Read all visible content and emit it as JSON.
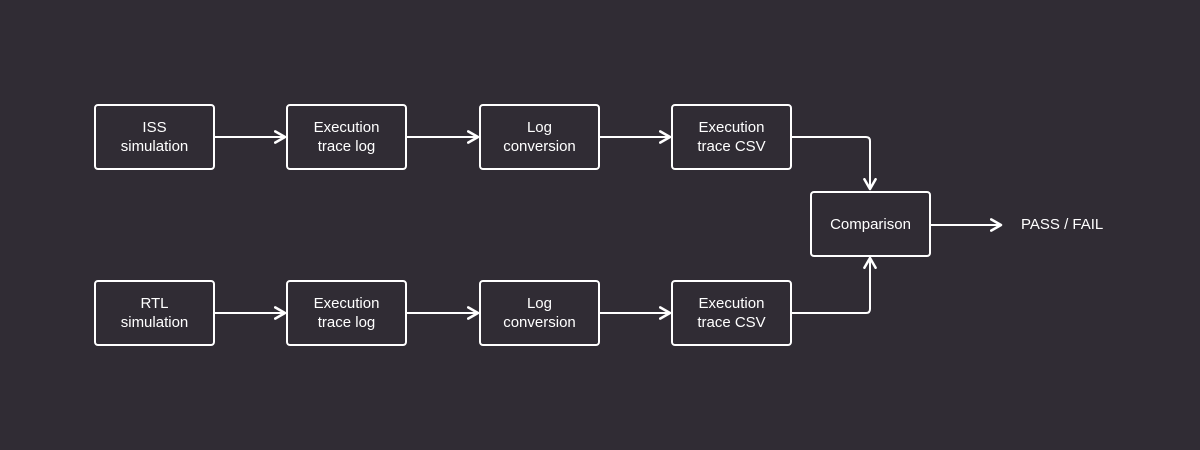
{
  "colors": {
    "background": "#302c34",
    "stroke": "#ffffff",
    "text": "#ffffff"
  },
  "diagram": {
    "top_row": [
      {
        "label": "ISS\nsimulation"
      },
      {
        "label": "Execution\ntrace log"
      },
      {
        "label": "Log\nconversion"
      },
      {
        "label": "Execution\ntrace CSV"
      }
    ],
    "bottom_row": [
      {
        "label": "RTL\nsimulation"
      },
      {
        "label": "Execution\ntrace log"
      },
      {
        "label": "Log\nconversion"
      },
      {
        "label": "Execution\ntrace CSV"
      }
    ],
    "comparison": {
      "label": "Comparison"
    },
    "result": {
      "label": "PASS / FAIL"
    }
  }
}
